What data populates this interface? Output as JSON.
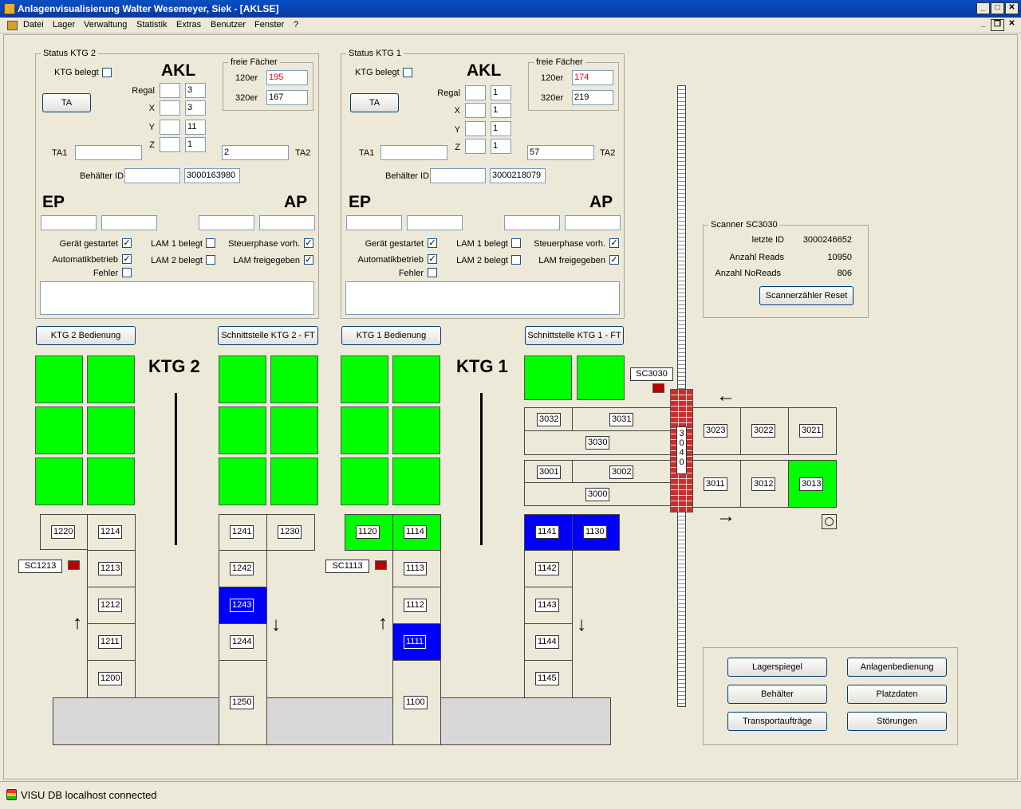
{
  "window": {
    "title": "Anlagenvisualisierung Walter Wesemeyer, Siek - [AKLSE]",
    "minimize": "_",
    "maximize": "□",
    "close": "✕",
    "mdi_minimize": "_",
    "mdi_restore": "❐",
    "mdi_close": "✕"
  },
  "menu": [
    "Datei",
    "Lager",
    "Verwaltung",
    "Statistik",
    "Extras",
    "Benutzer",
    "Fenster",
    "?"
  ],
  "ktg2": {
    "group_title": "Status KTG 2",
    "ktg_belegt_label": "KTG belegt",
    "akl_label": "AKL",
    "ta_button": "TA",
    "freie_faecher_title": "freie Fächer",
    "f120_label": "120er",
    "f120_value": "195",
    "f320_label": "320er",
    "f320_value": "167",
    "regal_label": "Regal",
    "regal_value": "3",
    "x_label": "X",
    "x_value": "3",
    "y_label": "Y",
    "y_value": "11",
    "z_label": "Z",
    "z_value": "1",
    "ta1_label": "TA1",
    "ta1_value": "",
    "ta2_label": "TA2",
    "ta2_value": "2",
    "behaelter_label": "Behälter ID",
    "behaelter_value": "3000163980",
    "ep_label": "EP",
    "ap_label": "AP",
    "geraet_label": "Gerät gestartet",
    "automatik_label": "Automatikbetrieb",
    "fehler_label": "Fehler",
    "lam1_label": "LAM 1 belegt",
    "lam2_label": "LAM 2 belegt",
    "steuerphase_label": "Steuerphase vorh.",
    "lam_frei_label": "LAM freigegeben",
    "check": "✓"
  },
  "ktg1": {
    "group_title": "Status KTG 1",
    "ktg_belegt_label": "KTG belegt",
    "akl_label": "AKL",
    "ta_button": "TA",
    "freie_faecher_title": "freie Fächer",
    "f120_label": "120er",
    "f120_value": "174",
    "f320_label": "320er",
    "f320_value": "219",
    "regal_label": "Regal",
    "regal_value": "1",
    "x_label": "X",
    "x_value": "1",
    "y_label": "Y",
    "y_value": "1",
    "z_label": "Z",
    "z_value": "1",
    "ta1_label": "TA1",
    "ta1_value": "",
    "ta2_label": "TA2",
    "ta2_value": "57",
    "behaelter_label": "Behälter ID",
    "behaelter_value": "3000218079",
    "ep_label": "EP",
    "ap_label": "AP",
    "geraet_label": "Gerät gestartet",
    "automatik_label": "Automatikbetrieb",
    "fehler_label": "Fehler",
    "lam1_label": "LAM 1 belegt",
    "lam2_label": "LAM 2 belegt",
    "steuerphase_label": "Steuerphase vorh.",
    "lam_frei_label": "LAM freigegeben",
    "check": "✓"
  },
  "scanner": {
    "group_title": "Scanner SC3030",
    "letzte_label": "letzte ID",
    "letzte_value": "3000246652",
    "reads_label": "Anzahl Reads",
    "reads_value": "10950",
    "noreads_label": "Anzahl NoReads",
    "noreads_value": "806",
    "reset_button": "Scannerzähler Reset"
  },
  "buttons": {
    "ktg2_bedienung": "KTG 2 Bedienung",
    "schnittstelle_ktg2": "Schnittstelle KTG 2 - FT",
    "ktg1_bedienung": "KTG 1 Bedienung",
    "schnittstelle_ktg1": "Schnittstelle KTG 1 - FT"
  },
  "layout_labels": {
    "ktg2": "KTG 2",
    "ktg1": "KTG 1",
    "sc3030": "SC3030",
    "sc1213": "SC1213",
    "sc1113": "SC1113",
    "elevator": "3040",
    "arrow_left": "←",
    "arrow_right": "→",
    "arrow_up": "↑",
    "arrow_down": "↓"
  },
  "places": {
    "p1220": "1220",
    "p1214": "1214",
    "p1213": "1213",
    "p1212": "1212",
    "p1211": "1211",
    "p1200": "1200",
    "p1241": "1241",
    "p1230": "1230",
    "p1242": "1242",
    "p1243": "1243",
    "p1244": "1244",
    "p1250": "1250",
    "p1120": "1120",
    "p1114": "1114",
    "p1113": "1113",
    "p1112": "1112",
    "p1111": "1111",
    "p1100": "1100",
    "p1141": "1141",
    "p1130": "1130",
    "p1142": "1142",
    "p1143": "1143",
    "p1144": "1144",
    "p1145": "1145",
    "p3032": "3032",
    "p3031": "3031",
    "p3030": "3030",
    "p3023": "3023",
    "p3022": "3022",
    "p3021": "3021",
    "p3001": "3001",
    "p3002": "3002",
    "p3000": "3000",
    "p3011": "3011",
    "p3012": "3012",
    "p3013": "3013"
  },
  "nav": {
    "lagerspiegel": "Lagerspiegel",
    "anlagenbedienung": "Anlagenbedienung",
    "behaelter": "Behälter",
    "platzdaten": "Platzdaten",
    "transportauftraege": "Transportaufträge",
    "stoerungen": "Störungen"
  },
  "status": {
    "text": "VISU DB localhost connected"
  },
  "colors": {
    "occupied": "#00ff00",
    "selected": "#0000ff",
    "warning_value": "#ff0000",
    "elevator_brick": "#c83030"
  }
}
